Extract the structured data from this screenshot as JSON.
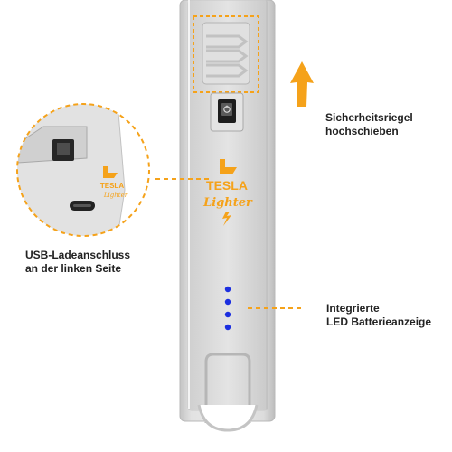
{
  "colors": {
    "accent": "#f5a21a",
    "led": "#1c2fe0",
    "body": "#d7d7d7",
    "text": "#222222"
  },
  "product": {
    "brand_line1": "TESLA",
    "brand_line2": "Lighter"
  },
  "callouts": {
    "safety_slider": {
      "line1": "Sicherheitsriegel",
      "line2": "hochschieben"
    },
    "usb_port": {
      "line1": "USB-Ladeanschluss",
      "line2": "an der linken Seite"
    },
    "battery_indicator": {
      "line1": "Integrierte",
      "line2": "LED Batterieanzeige"
    }
  },
  "battery": {
    "led_count": 4
  }
}
